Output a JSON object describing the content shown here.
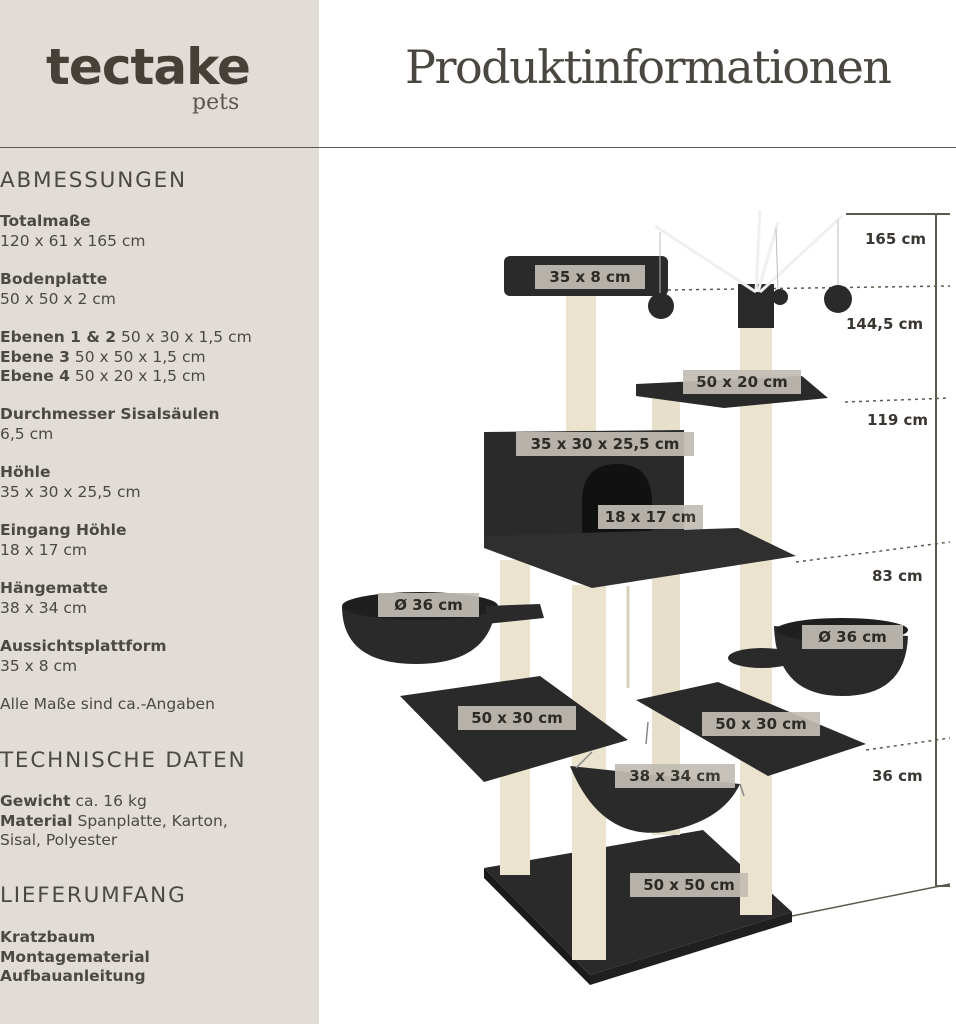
{
  "brand": {
    "name": "tectake",
    "sub": "pets"
  },
  "title": "Produktinformationen",
  "sections": {
    "abmessungen": "ABMESSUNGEN",
    "technische": "TECHNISCHE DATEN",
    "lieferumfang": "LIEFERUMFANG"
  },
  "dims": {
    "total_label": "Totalmaße",
    "total_value": "120 x 61 x 165 cm",
    "boden_label": "Bodenplatte",
    "boden_value": "50 x 50 x 2 cm",
    "ebene12_label": "Ebenen 1 & 2",
    "ebene12_value": "50 x 30 x 1,5 cm",
    "ebene3_label": "Ebene 3",
    "ebene3_value": "50 x 50 x 1,5 cm",
    "ebene4_label": "Ebene 4",
    "ebene4_value": "50 x 20 x 1,5 cm",
    "sisal_label": "Durchmesser Sisalsäulen",
    "sisal_value": "6,5 cm",
    "hoehle_label": "Höhle",
    "hoehle_value": "35 x 30 x 25,5 cm",
    "eingang_label": "Eingang Höhle",
    "eingang_value": "18 x 17 cm",
    "haenge_label": "Hängematte",
    "haenge_value": "38 x 34 cm",
    "aussicht_label": "Aussichtsplattform",
    "aussicht_value": "35 x 8 cm",
    "note": "Alle Maße sind ca.-Angaben"
  },
  "tech": {
    "gewicht_label": "Gewicht",
    "gewicht_value": "ca. 16 kg",
    "material_label": "Material",
    "material_value_1": "Spanplatte, Karton,",
    "material_value_2": "Sisal, Polyester"
  },
  "delivery": [
    "Kratzbaum",
    "Montagematerial",
    "Aufbauanleitung"
  ],
  "product_labels": {
    "top": "35 x 8 cm",
    "level4": "50 x 20 cm",
    "cave": "35 x 30 x 25,5 cm",
    "entrance": "18 x 17 cm",
    "bowl_left": "Ø 36 cm",
    "bowl_right": "Ø 36 cm",
    "level1": "50 x 30 cm",
    "level2": "50 x 30 cm",
    "hammock": "38 x 34 cm",
    "base": "50 x 50 cm"
  },
  "heights": [
    "165 cm",
    "144,5 cm",
    "119 cm",
    "83 cm",
    "36 cm"
  ],
  "colors": {
    "sidebar": "#e1ddd6",
    "plush": "#2a2a2a",
    "sisal": "#ece3cf",
    "tag": "#c2bdb4"
  }
}
